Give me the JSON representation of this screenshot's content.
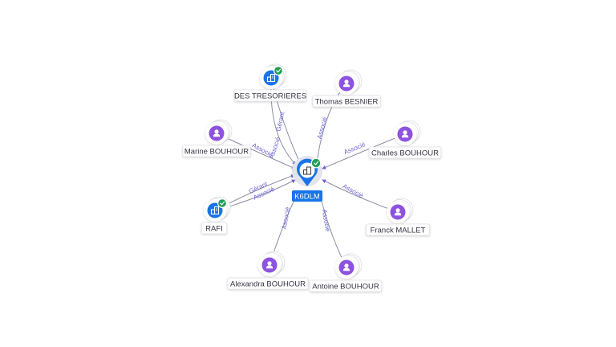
{
  "center": {
    "label": "K6DLM",
    "type": "company",
    "verified": true
  },
  "colors": {
    "person": "#8e52e0",
    "company": "#1a73e8",
    "verified": "#1f9d55",
    "edge": "#8e8ea8",
    "edge_label": "#6a62d6"
  },
  "icons": {
    "person": "person-icon",
    "company": "building-icon",
    "verified": "check-badge-icon"
  },
  "nodes": [
    {
      "id": "des-tresorieres",
      "label": "DES TRESORIERES",
      "type": "company",
      "verified": true,
      "relations": [
        "Gérant",
        "Associé"
      ]
    },
    {
      "id": "thomas-besnier",
      "label": "Thomas BESNIER",
      "type": "person",
      "verified": false,
      "relations": [
        "Associé"
      ]
    },
    {
      "id": "marine-bouhour",
      "label": "Marine BOUHOUR",
      "type": "person",
      "verified": false,
      "relations": [
        "Associé"
      ]
    },
    {
      "id": "charles-bouhour",
      "label": "Charles BOUHOUR",
      "type": "person",
      "verified": false,
      "relations": [
        "Associé"
      ]
    },
    {
      "id": "rafi",
      "label": "RAFI",
      "type": "company",
      "verified": true,
      "relations": [
        "Gérant",
        "Associé"
      ]
    },
    {
      "id": "franck-mallet",
      "label": "Franck MALLET",
      "type": "person",
      "verified": false,
      "relations": [
        "Associé"
      ]
    },
    {
      "id": "alexandra-bouhour",
      "label": "Alexandra BOUHOUR",
      "type": "person",
      "verified": false,
      "relations": [
        "Associé"
      ]
    },
    {
      "id": "antoine-bouhour",
      "label": "Antoine BOUHOUR",
      "type": "person",
      "verified": false,
      "relations": [
        "Associé"
      ]
    }
  ]
}
